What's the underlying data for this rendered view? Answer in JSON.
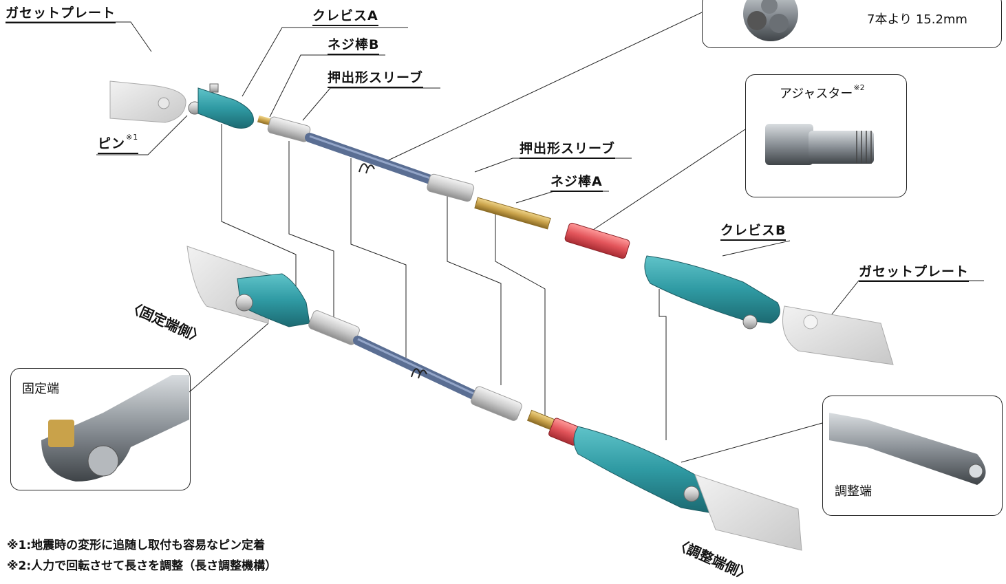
{
  "labels": {
    "gusset_plate_top": "ガセットプレート",
    "clevis_a": "クレビスA",
    "screw_rod_b": "ネジ棒B",
    "sleeve_1": "押出形スリーブ",
    "sleeve_2": "押出形スリーブ",
    "screw_rod_a": "ネジ棒A",
    "clevis_b": "クレビスB",
    "gusset_plate_right": "ガセットプレート",
    "pin": "ピン",
    "pin_note_mark": "※1"
  },
  "callouts": {
    "strand_text": "7本より 15.2mm",
    "adjuster_label": "アジャスター",
    "adjuster_note_mark": "※2",
    "fixed_end_label": "固定端",
    "adjust_end_label": "調整端"
  },
  "sides": {
    "fixed_side": "〈固定端側〉",
    "adjust_side": "〈調整端側〉"
  },
  "footnotes": {
    "note1": "※1:地震時の変形に追随し取付も容易なピン定着",
    "note2": "※2:人力で回転させて長さを調整（長さ調整機構）"
  },
  "colors": {
    "clevis": "#2f9aa3",
    "cable": "#5a6e93",
    "sleeve": "#c9c9c9",
    "screw_rod": "#c9a24a",
    "adjuster": "#e2545a",
    "plate": "#dcdcdc"
  }
}
